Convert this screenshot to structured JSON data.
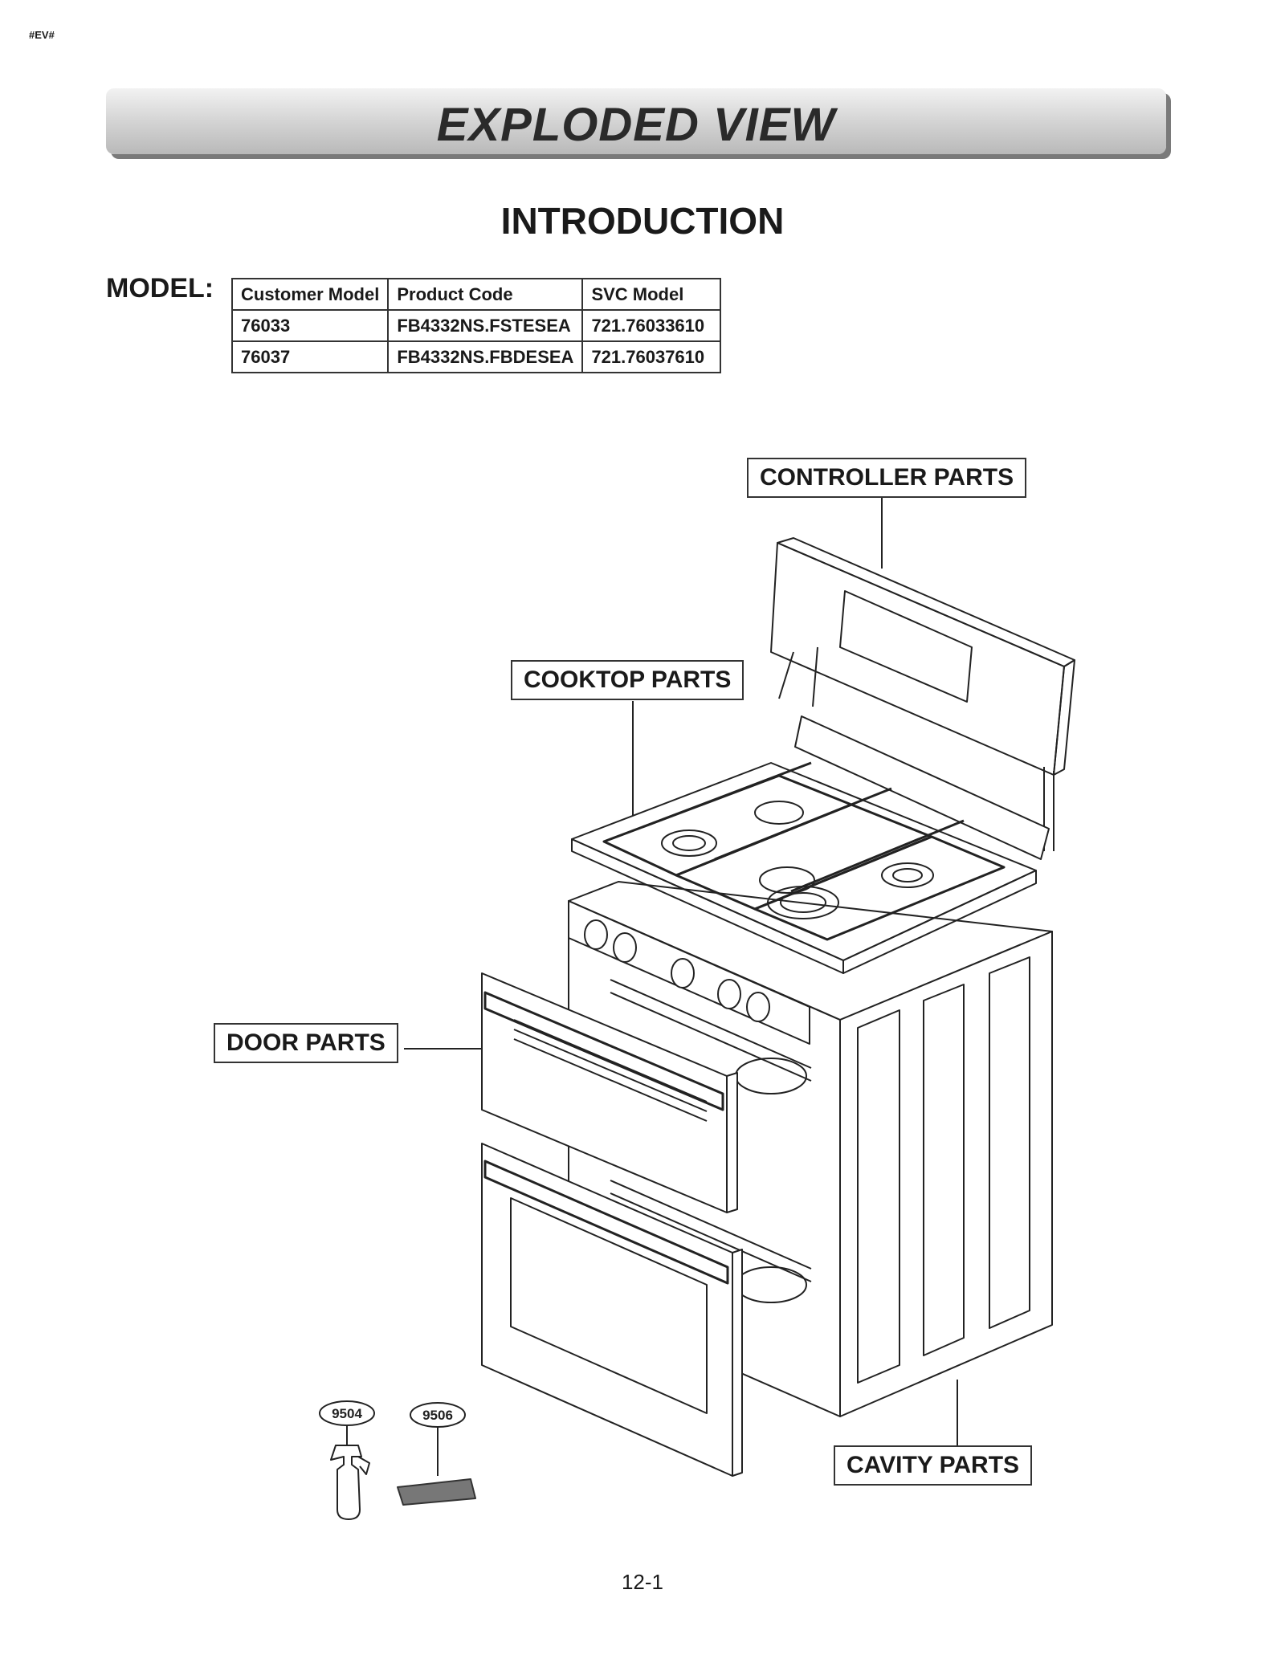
{
  "page_tag": "#EV#",
  "banner": {
    "title": "EXPLODED VIEW"
  },
  "heading": "INTRODUCTION",
  "model_label": "MODEL:",
  "model_table": {
    "headers": [
      "Customer Model",
      "Product Code",
      "SVC Model"
    ],
    "rows": [
      [
        "76033",
        "FB4332NS.FSTESEA",
        "721.76033610"
      ],
      [
        "76037",
        "FB4332NS.FBDESEA",
        "721.76037610"
      ]
    ]
  },
  "part_labels": {
    "controller": "CONTROLLER PARTS",
    "cooktop": "COOKTOP PARTS",
    "door": "DOOR PARTS",
    "cavity": "CAVITY PARTS"
  },
  "callouts": [
    "9504",
    "9506"
  ],
  "page_number": "12-1"
}
